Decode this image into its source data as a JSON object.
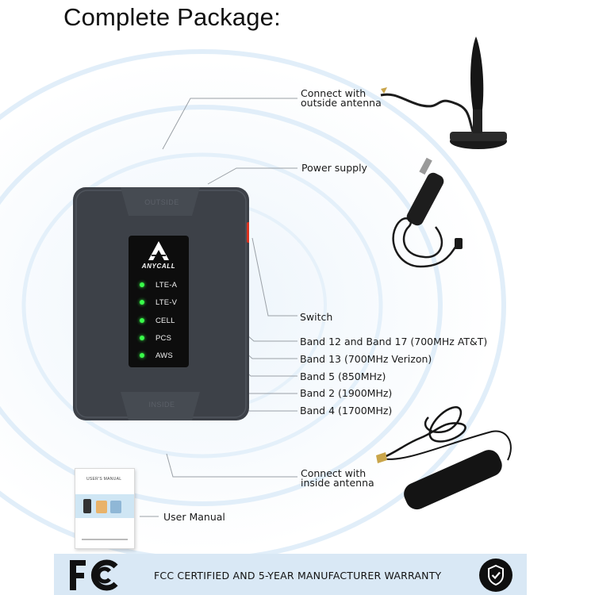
{
  "title": "Complete Package:",
  "labels": {
    "outside_antenna": [
      "Connect with",
      "outside antenna"
    ],
    "power_supply": "Power supply",
    "switch": "Switch",
    "band_12_17": "Band 12 and Band 17 (700MHz AT&T)",
    "band_13": "Band 13 (700MHz Verizon)",
    "band_5": "Band 5 (850MHz)",
    "band_2": "Band 2 (1900MHz)",
    "band_4": "Band 4 (1700MHz)",
    "inside_antenna": [
      "Connect with",
      "inside antenna"
    ],
    "user_manual": "User Manual"
  },
  "device": {
    "brand": "ANYCALL",
    "top_port": "OUTSIDE",
    "bottom_port": "INSIDE",
    "indicators": [
      "LTE-A",
      "LTE-V",
      "CELL",
      "PCS",
      "AWS"
    ],
    "indicator_color": "#39ff4a",
    "body_color": "#3d4148"
  },
  "manual": {
    "title": "USER'S MANUAL"
  },
  "footer": {
    "text": "FCC CERTIFIED AND 5-YEAR MANUFACTURER WARRANTY",
    "logo": "FC",
    "badge_icon": "shield-check-icon",
    "background": "#d9e8f5"
  }
}
